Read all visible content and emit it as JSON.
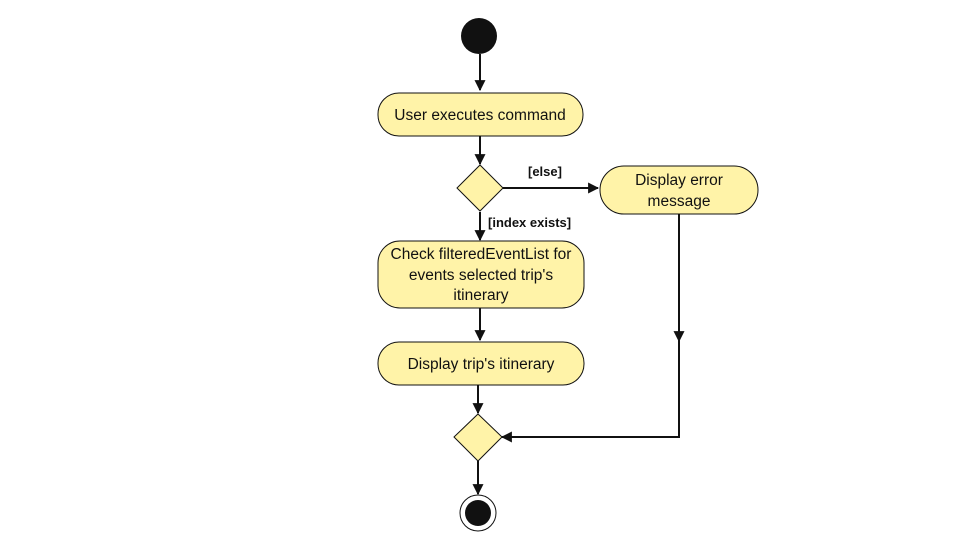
{
  "diagram": {
    "type": "activity",
    "colors": {
      "node_fill": "#fff3a8",
      "stroke": "#111111",
      "start_end": "#111111",
      "background": "#ffffff"
    },
    "nodes": {
      "start": {
        "kind": "initial"
      },
      "user_executes": {
        "kind": "action",
        "lines": [
          "User executes command"
        ]
      },
      "decision": {
        "kind": "decision"
      },
      "display_error": {
        "kind": "action",
        "lines": [
          "Display error",
          "message"
        ]
      },
      "check_list": {
        "kind": "action",
        "lines": [
          "Check filteredEventList for",
          "events selected trip's",
          "itinerary"
        ]
      },
      "display_itinerary": {
        "kind": "action",
        "lines": [
          "Display trip's itinerary"
        ]
      },
      "merge": {
        "kind": "merge"
      },
      "end": {
        "kind": "final"
      }
    },
    "guards": {
      "else": "[else]",
      "index_exists": "[index exists]"
    },
    "edges": [
      {
        "from": "start",
        "to": "user_executes"
      },
      {
        "from": "user_executes",
        "to": "decision"
      },
      {
        "from": "decision",
        "to": "display_error",
        "guard": "else"
      },
      {
        "from": "decision",
        "to": "check_list",
        "guard": "index_exists"
      },
      {
        "from": "check_list",
        "to": "display_itinerary"
      },
      {
        "from": "display_itinerary",
        "to": "merge"
      },
      {
        "from": "display_error",
        "to": "merge"
      },
      {
        "from": "merge",
        "to": "end"
      }
    ]
  }
}
